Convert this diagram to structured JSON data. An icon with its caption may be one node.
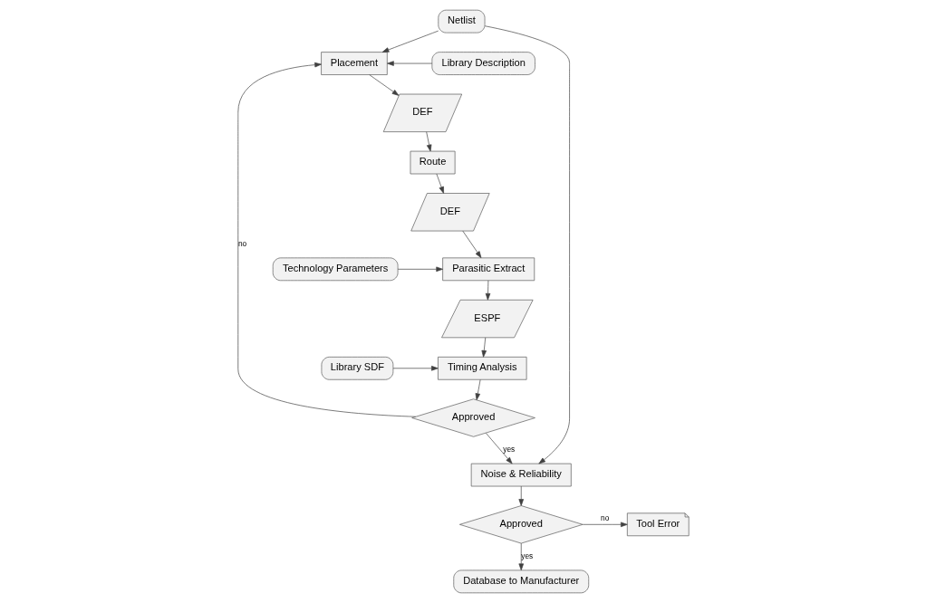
{
  "diagram": {
    "nodes": [
      {
        "text": [
          "Netlist"
        ]
      },
      {
        "text": [
          "Library Description"
        ]
      },
      {
        "text": [
          "Placement"
        ]
      },
      {
        "text": [
          "DEF"
        ]
      },
      {
        "text": [
          "Route"
        ]
      },
      {
        "text": [
          "DEF"
        ]
      },
      {
        "text": [
          "Technology Parameters"
        ]
      },
      {
        "text": [
          "Parasitic Extract"
        ]
      },
      {
        "text": [
          "ESPF"
        ]
      },
      {
        "text": [
          "Timing Analysis"
        ]
      },
      {
        "text": [
          "Library SDF"
        ]
      },
      {
        "text": [
          "Approved"
        ]
      },
      {
        "text": [
          "Noise & Reliability"
        ]
      },
      {
        "text": [
          "Approved"
        ]
      },
      {
        "text": [
          "Tool Error"
        ]
      },
      {
        "text": [
          "Database to Manufacturer"
        ]
      }
    ],
    "edges": [
      {
        "from": 0,
        "to": 2,
        "arrow": "to"
      },
      {
        "from": 1,
        "to": 2,
        "arrow": "to"
      },
      {
        "from": 2,
        "to": 3,
        "arrow": "to"
      },
      {
        "from": 3,
        "to": 4,
        "arrow": "to"
      },
      {
        "from": 4,
        "to": 5,
        "arrow": "to"
      },
      {
        "from": 5,
        "to": 7,
        "arrow": "to"
      },
      {
        "from": 6,
        "to": 7,
        "arrow": "to"
      },
      {
        "from": 7,
        "to": 8,
        "arrow": "to"
      },
      {
        "from": 0,
        "to": 12,
        "arrow": "to"
      },
      {
        "from": 8,
        "to": 9,
        "arrow": "to"
      },
      {
        "from": 10,
        "to": 9,
        "arrow": "to"
      },
      {
        "from": 9,
        "to": 11,
        "arrow": "to"
      },
      {
        "from": 11,
        "to": 2,
        "label": "no",
        "arrow": "to"
      },
      {
        "from": 11,
        "to": 12,
        "label": "yes",
        "arrow": "to"
      },
      {
        "from": 12,
        "to": 13,
        "arrow": "to"
      },
      {
        "from": 13,
        "to": 14,
        "label": "no",
        "arrow": "to"
      },
      {
        "from": 13,
        "to": 15,
        "label": "yes",
        "arrow": "to"
      }
    ]
  }
}
